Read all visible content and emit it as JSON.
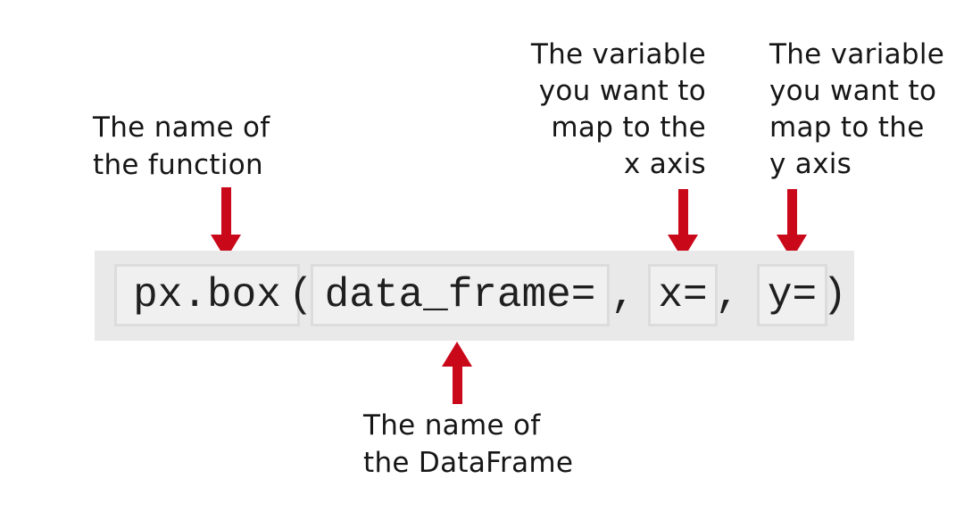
{
  "colors": {
    "arrow_red": "#c9081a",
    "band_bg": "#e9e9e9",
    "box_bg": "#f0f0f0",
    "box_border": "#dcdcdc",
    "text": "#161616",
    "code_text": "#1f1f1f",
    "background": "#ffffff"
  },
  "annotations": {
    "function_name": {
      "text": "The name of\nthe function"
    },
    "dataframe": {
      "text": "The name of\nthe DataFrame"
    },
    "x_axis": {
      "text": "The variable\nyou want to\nmap to the\nx axis"
    },
    "y_axis": {
      "text": "The variable\nyou want to\nmap to the\ny axis"
    }
  },
  "code": {
    "function_name": "px.box",
    "open_paren": "(",
    "dataframe_param": "data_frame=",
    "comma1": ",",
    "x_param": "x=",
    "comma2": ",",
    "y_param": "y=",
    "close_paren": ")"
  }
}
